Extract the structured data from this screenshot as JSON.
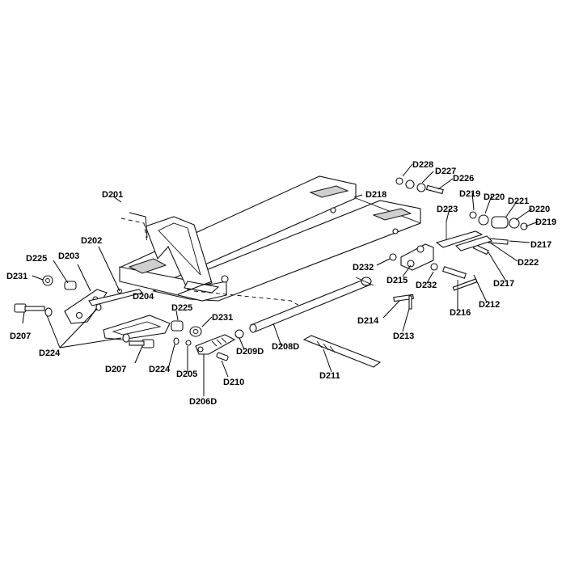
{
  "labels": {
    "D201": "D201",
    "D202": "D202",
    "D203": "D203",
    "D204": "D204",
    "D205": "D205",
    "D206D": "D206D",
    "D207a": "D207",
    "D207b": "D207",
    "D208D": "D208D",
    "D209D": "D209D",
    "D210": "D210",
    "D211": "D211",
    "D212": "D212",
    "D213": "D213",
    "D214": "D214",
    "D215": "D215",
    "D216": "D216",
    "D217a": "D217",
    "D217b": "D217",
    "D218": "D218",
    "D219a": "D219",
    "D219b": "D219",
    "D220a": "D220",
    "D220b": "D220",
    "D221": "D221",
    "D222": "D222",
    "D223": "D223",
    "D224a": "D224",
    "D224b": "D224",
    "D225a": "D225",
    "D225b": "D225",
    "D226": "D226",
    "D227": "D227",
    "D228": "D228",
    "D231a": "D231",
    "D231b": "D231",
    "D232a": "D232",
    "D232b": "D232"
  }
}
